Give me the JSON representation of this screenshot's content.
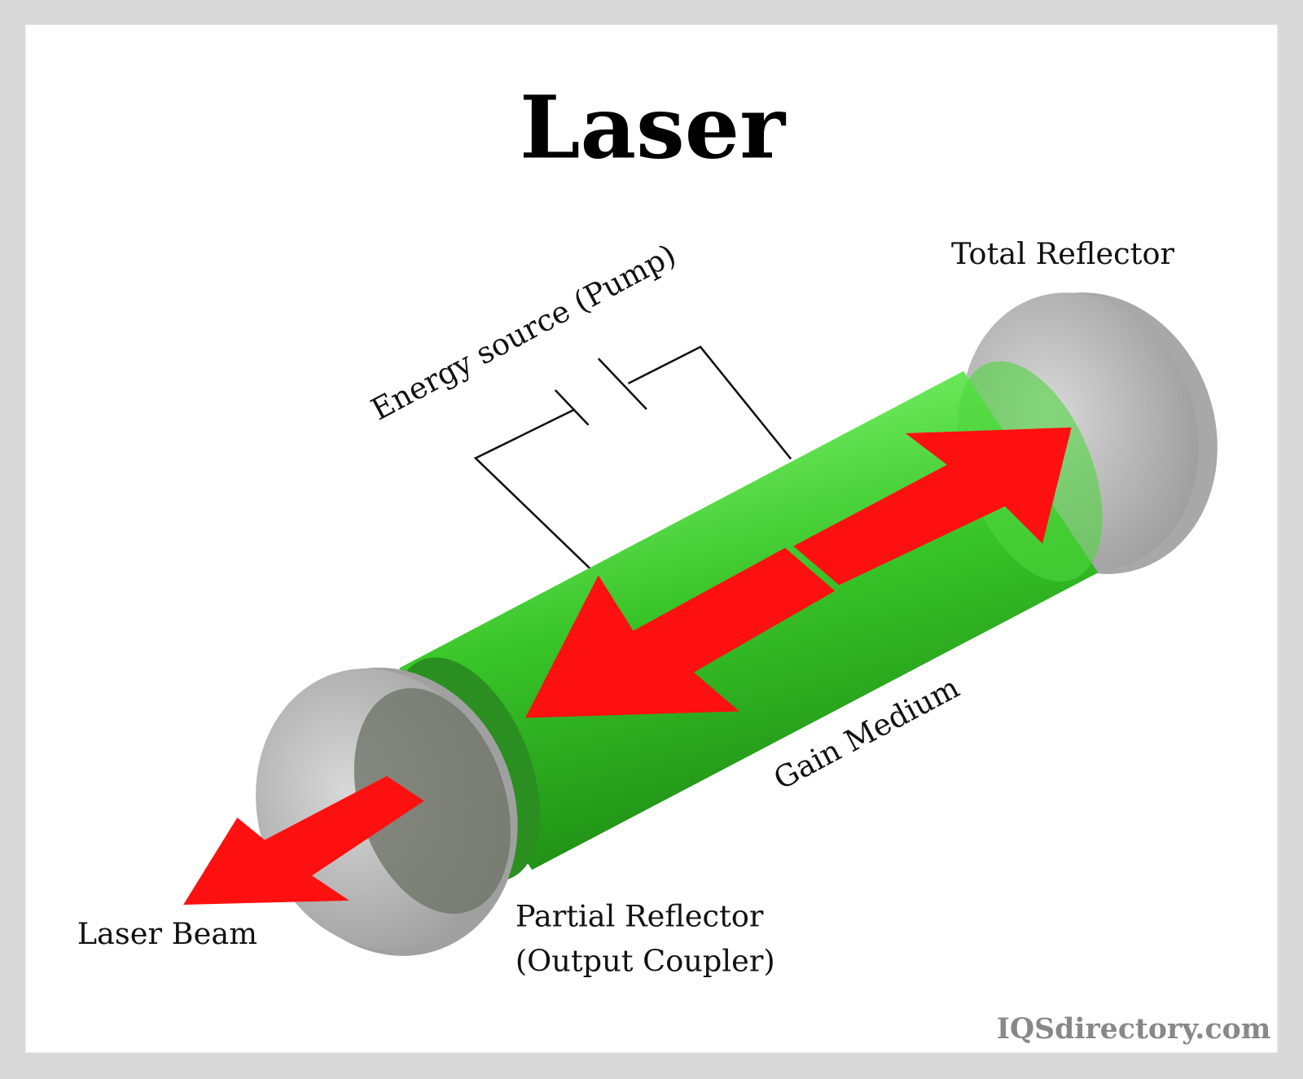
{
  "title": "Laser",
  "labels": {
    "energy_source": "Energy source (Pump)",
    "total_reflector": "Total Reflector",
    "gain_medium": "Gain Medium",
    "laser_beam": "Laser Beam",
    "partial_reflector_line1": "Partial Reflector",
    "partial_reflector_line2": "(Output Coupler)"
  },
  "watermark": "IQSdirectory.com",
  "colors": {
    "frame": "#d9d9d9",
    "gain_medium": "#3ccc2c",
    "arrow": "#ff1010",
    "reflector": "#b4b4b4"
  }
}
